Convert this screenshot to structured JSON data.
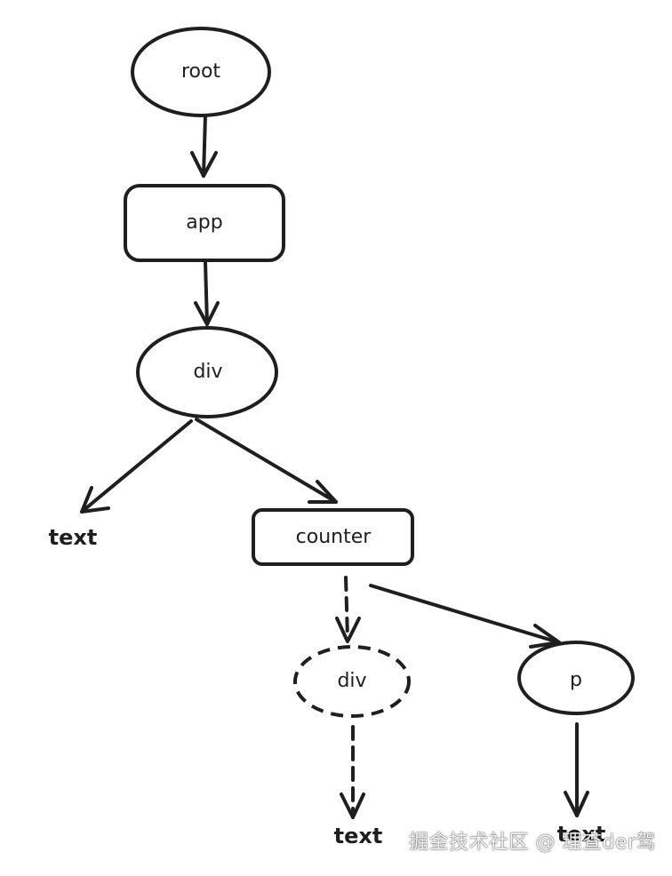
{
  "nodes": {
    "root": "root",
    "app": "app",
    "div_main": "div",
    "text_left": "text",
    "counter": "counter",
    "div_dashed": "div",
    "p": "p",
    "text_bottom_left": "text",
    "text_bottom_right": "text"
  },
  "watermark": "掘金技术社区 @ 理查der驾",
  "colors": {
    "stroke": "#1f1f1f",
    "background": "#ffffff"
  }
}
